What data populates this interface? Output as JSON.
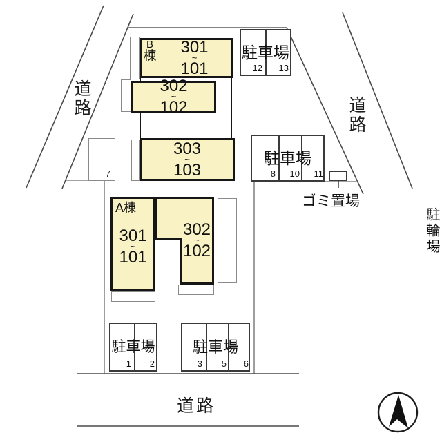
{
  "colors": {
    "unit_fill": "#f8f2c4",
    "outline": "#161616",
    "thin_line": "#3a3a3a"
  },
  "roads": {
    "left": "道路",
    "right": "道路",
    "bottom": "道路"
  },
  "building_b": {
    "letter": "B",
    "suffix": "棟",
    "units": [
      {
        "upper": "301",
        "sep": "~",
        "lower": "101"
      },
      {
        "upper": "302",
        "sep": "~",
        "lower": "102"
      },
      {
        "upper": "303",
        "sep": "~",
        "lower": "103"
      }
    ]
  },
  "building_a": {
    "label": "A棟",
    "units": [
      {
        "upper": "301",
        "sep": "~",
        "lower": "101"
      },
      {
        "upper": "302",
        "sep": "~",
        "lower": "102"
      }
    ]
  },
  "bicycle_parking": {
    "label": "駐輪場"
  },
  "garbage": {
    "label": "ゴミ置場"
  },
  "parking": {
    "lot_top_right": {
      "label": "駐車場",
      "spots": [
        "12",
        "13"
      ]
    },
    "lot_mid_right": {
      "label": "駐車場",
      "spots": [
        "8",
        "10",
        "11"
      ]
    },
    "lot_bottom_left": {
      "label": "駐車場",
      "spots": [
        "1",
        "2"
      ]
    },
    "lot_bottom_right": {
      "label": "駐車場",
      "spots": [
        "3",
        "5",
        "6"
      ]
    },
    "standalone_spot": "7"
  }
}
